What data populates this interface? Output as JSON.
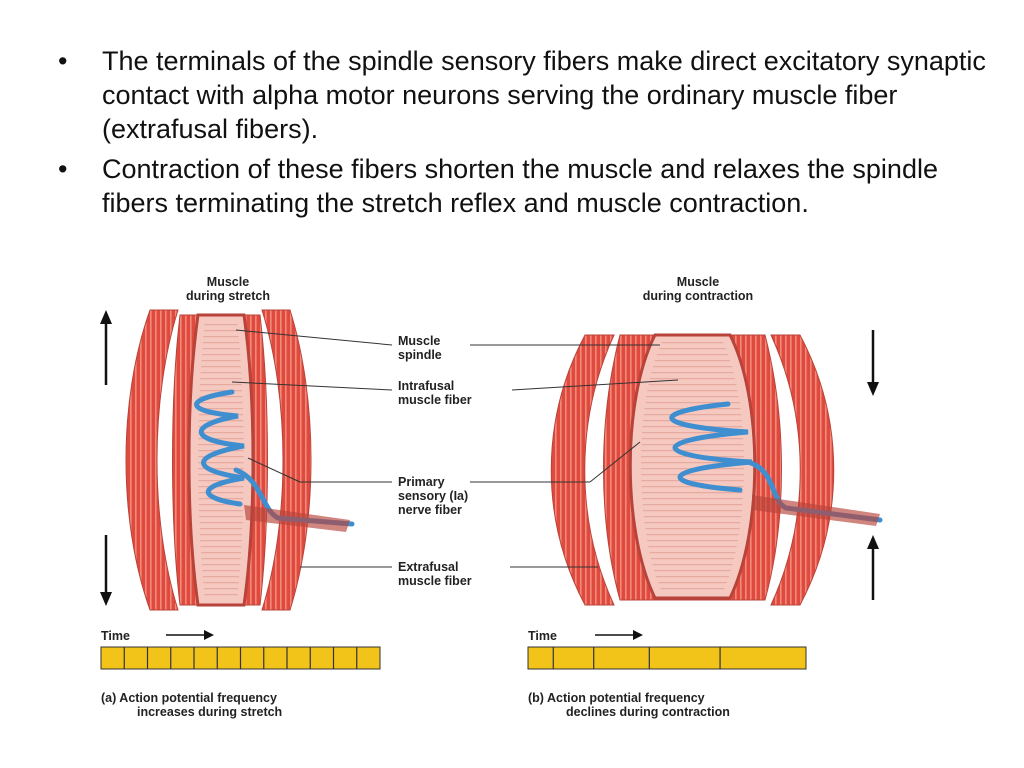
{
  "bullets": [
    " The terminals of the spindle sensory fibers make direct excitatory synaptic contact with alpha motor neurons serving the ordinary muscle fiber (extrafusal fibers).",
    " Contraction of these fibers shorten the muscle and relaxes the spindle fibers terminating the stretch reflex and muscle contraction."
  ],
  "bullet_symbol": "•",
  "figure": {
    "left_title": [
      "Muscle",
      "during stretch"
    ],
    "right_title": [
      "Muscle",
      "during contraction"
    ],
    "callouts": {
      "muscle_spindle": [
        "Muscle",
        "spindle"
      ],
      "intrafusal": [
        "Intrafusal",
        "muscle fiber"
      ],
      "primary": [
        "Primary",
        "sensory (Ia)",
        "nerve fiber"
      ],
      "extrafusal": [
        "Extrafusal",
        "muscle fiber"
      ]
    },
    "time_label": "Time",
    "panel_a_caption": [
      "(a) Action potential frequency",
      "increases during stretch"
    ],
    "panel_b_caption": [
      "(b) Action potential frequency",
      "declines during contraction"
    ],
    "panel_a_ticks": 12,
    "panel_b_ticks": 5,
    "colors": {
      "muscle": "#e04a3e",
      "muscle_stripe": "#f08a7a",
      "spindle": "#f6c9c0",
      "capsule": "#b8433a",
      "nerve": "#3f8fd0",
      "bar": "#f2c318"
    }
  }
}
